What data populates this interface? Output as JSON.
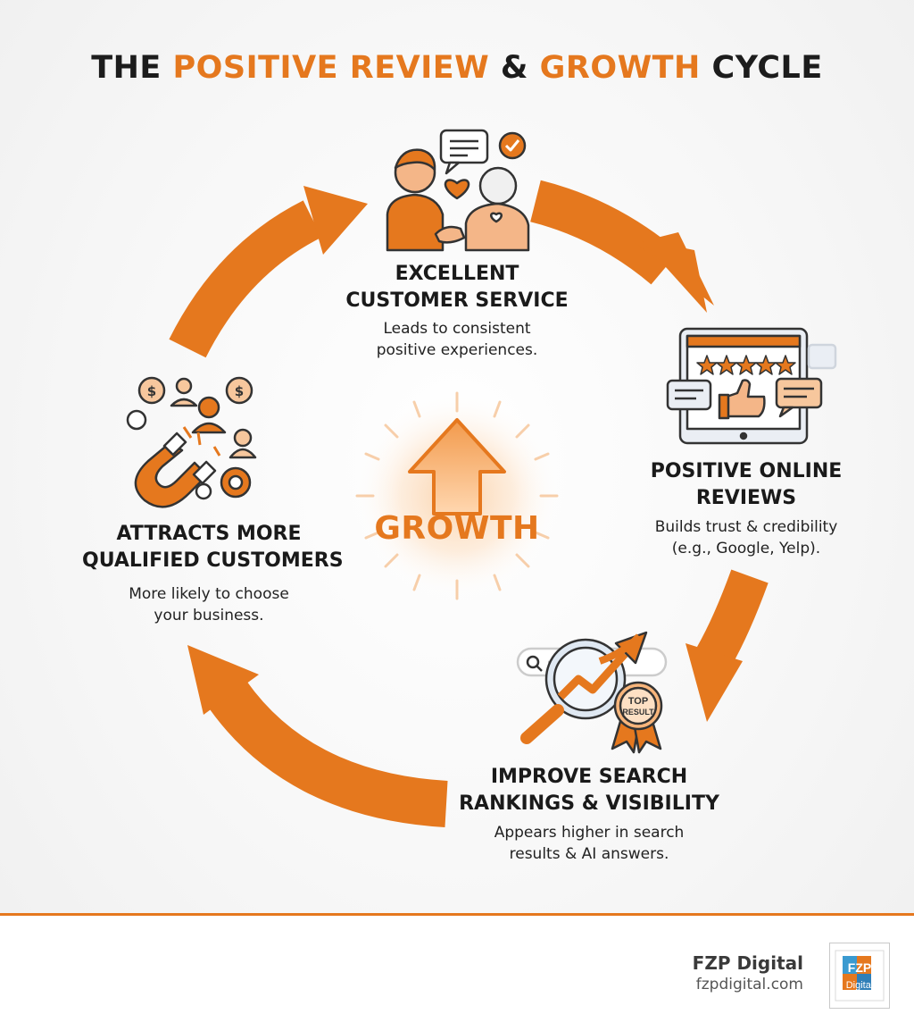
{
  "title": {
    "part1": "THE ",
    "part2": "POSITIVE REVIEW",
    "part3": " & ",
    "part4": "GROWTH",
    "part5": " CYCLE"
  },
  "center": {
    "label": "GROWTH"
  },
  "nodes": {
    "service": {
      "title_line1": "EXCELLENT",
      "title_line2": "CUSTOMER SERVICE",
      "desc_line1": "Leads to consistent",
      "desc_line2": "positive experiences."
    },
    "reviews": {
      "title_line1": "POSITIVE ONLINE",
      "title_line2": "REVIEWS",
      "desc_line1": "Builds trust & credibility",
      "desc_line2": "(e.g., Google, Yelp)."
    },
    "rankings": {
      "title_line1": "IMPROVE SEARCH",
      "title_line2": "RANKINGS & VISIBILITY",
      "desc_line1": "Appears higher in search",
      "desc_line2": "results & AI answers.",
      "badge_line1": "TOP",
      "badge_line2": "RESULT"
    },
    "customers": {
      "title_line1": "ATTRACTS MORE",
      "title_line2": "QUALIFIED CUSTOMERS",
      "desc_line1": "More likely to choose",
      "desc_line2": "your business."
    }
  },
  "footer": {
    "brand": "FZP Digital",
    "url": "fzpdigital.com",
    "logo_text_1": "FZP",
    "logo_text_2": "Digital"
  },
  "colors": {
    "accent": "#e5781e",
    "text": "#1c1c1c"
  },
  "icons": [
    "handshake-icon",
    "tablet-reviews-icon",
    "magnifier-growth-icon",
    "magnet-customers-icon",
    "up-arrow-icon"
  ]
}
